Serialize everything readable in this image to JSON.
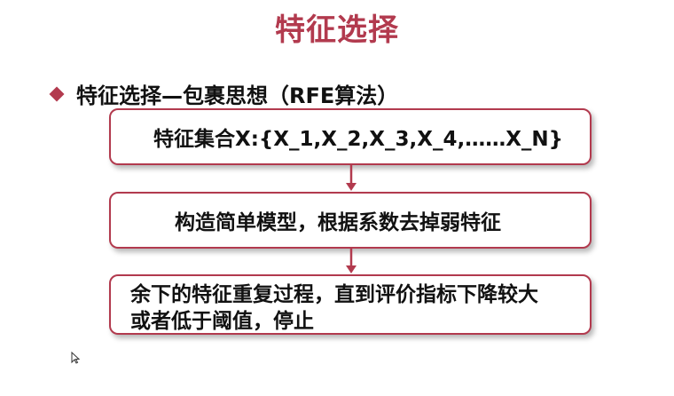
{
  "title": "特征选择",
  "bullet": {
    "text": "特征选择—包裹思想（RFE算法）"
  },
  "flow": {
    "step1": "特征集合X:{X_1,X_2,X_3,X_4,……X_N}",
    "step2": "构造简单模型，根据系数去掉弱特征",
    "step3_line1": "余下的特征重复过程，直到评价指标下降较大",
    "step3_line2": "或者低于阈值，停止"
  },
  "colors": {
    "accent": "#b23a4e",
    "text": "#111111"
  },
  "icons": {
    "bullet": "diamond-bullet-icon",
    "cursor": "mouse-cursor-icon"
  }
}
